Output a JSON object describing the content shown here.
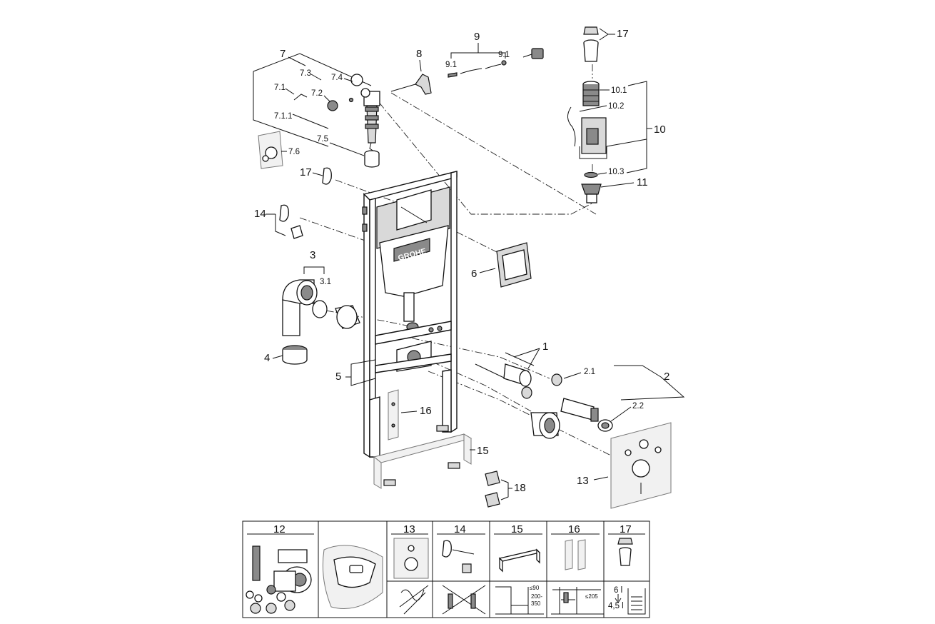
{
  "brand": {
    "logo_text": "GROHE"
  },
  "callouts": {
    "c1": "1",
    "c2": "2",
    "c2_1": "2.1",
    "c2_2": "2.2",
    "c3": "3",
    "c3_1": "3.1",
    "c4": "4",
    "c5": "5",
    "c6": "6",
    "c7": "7",
    "c7_1": "7.1",
    "c7_1_1": "7.1.1",
    "c7_2": "7.2",
    "c7_3": "7.3",
    "c7_4": "7.4",
    "c7_5": "7.5",
    "c7_6": "7.6",
    "c8": "8",
    "c9": "9",
    "c9_1a": "9.1",
    "c9_1b": "9.1",
    "c10": "10",
    "c10_1": "10.1",
    "c10_2": "10.2",
    "c10_3": "10.3",
    "c11": "11",
    "c13": "13",
    "c14": "14",
    "c15": "15",
    "c16": "16",
    "c17a": "17",
    "c17b": "17",
    "c18": "18"
  },
  "table": {
    "headers": [
      "12",
      "",
      "13",
      "14",
      "15",
      "16",
      "17"
    ],
    "dim_1": "≤90",
    "dim_2": "200-",
    "dim_3": "350",
    "dim_4": "≤205",
    "flush_1": "6 l",
    "flush_2": "4,5 l"
  }
}
